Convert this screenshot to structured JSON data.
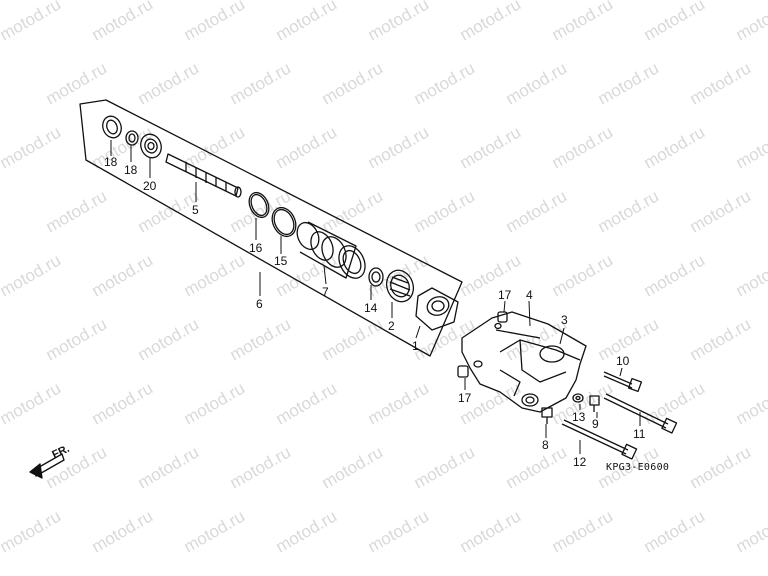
{
  "watermark": "motod.ru",
  "diagram_code": "KPG3-E0600",
  "front_label": "FR.",
  "callouts": [
    {
      "id": "c18a",
      "label": "18"
    },
    {
      "id": "c18b",
      "label": "18"
    },
    {
      "id": "c20",
      "label": "20"
    },
    {
      "id": "c5",
      "label": "5"
    },
    {
      "id": "c16",
      "label": "16"
    },
    {
      "id": "c15",
      "label": "15"
    },
    {
      "id": "c7",
      "label": "7"
    },
    {
      "id": "c6",
      "label": "6"
    },
    {
      "id": "c14",
      "label": "14"
    },
    {
      "id": "c2",
      "label": "2"
    },
    {
      "id": "c1",
      "label": "1"
    },
    {
      "id": "c17a",
      "label": "17"
    },
    {
      "id": "c4",
      "label": "4"
    },
    {
      "id": "c3",
      "label": "3"
    },
    {
      "id": "c17b",
      "label": "17"
    },
    {
      "id": "c10",
      "label": "10"
    },
    {
      "id": "c13",
      "label": "13"
    },
    {
      "id": "c9",
      "label": "9"
    },
    {
      "id": "c11",
      "label": "11"
    },
    {
      "id": "c8",
      "label": "8"
    },
    {
      "id": "c12",
      "label": "12"
    }
  ]
}
